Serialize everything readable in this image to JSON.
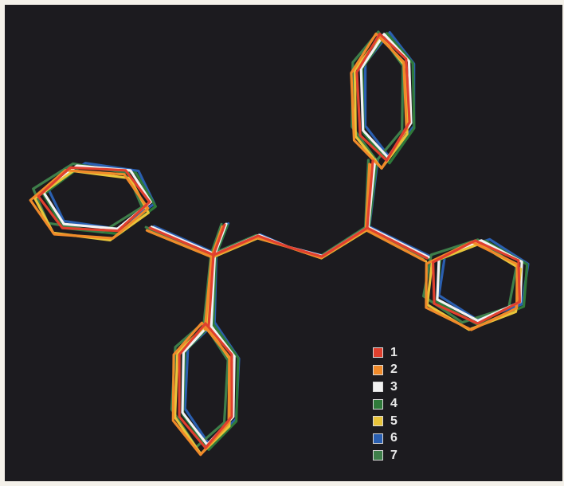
{
  "figure": {
    "background_color": "#1c1b1f",
    "description_kind": "superimposed molecular conformer wireframes"
  },
  "legend": {
    "items": [
      {
        "label": "1",
        "color": "#e0402e"
      },
      {
        "label": "2",
        "color": "#f08a2a"
      },
      {
        "label": "3",
        "color": "#f2f2f2"
      },
      {
        "label": "4",
        "color": "#2f7a3a"
      },
      {
        "label": "5",
        "color": "#e8c43a"
      },
      {
        "label": "6",
        "color": "#2a5fb0"
      },
      {
        "label": "7",
        "color": "#3e7f4a"
      }
    ]
  }
}
